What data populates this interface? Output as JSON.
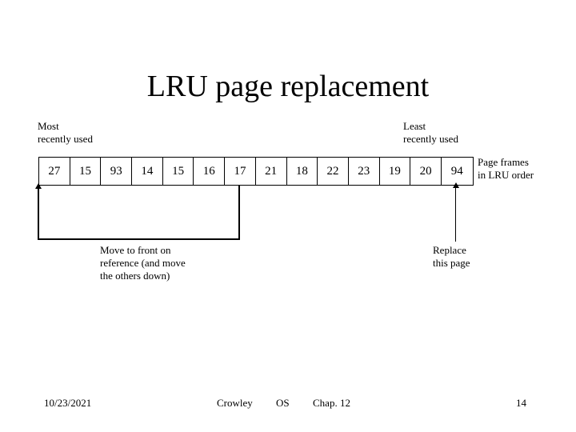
{
  "slide": {
    "title": "LRU page replacement",
    "page_number": "14"
  },
  "diagram": {
    "labels": {
      "most_recently_used": "Most\nrecently used",
      "least_recently_used": "Least\nrecently used",
      "page_frames_note": "Page frames\nin LRU order",
      "move_to_front_note": "Move to front on\nreference (and move\nthe others down)",
      "replace_note": "Replace\nthis page"
    },
    "frames": [
      "27",
      "15",
      "93",
      "14",
      "15",
      "16",
      "17",
      "21",
      "18",
      "22",
      "23",
      "19",
      "20",
      "94"
    ]
  },
  "footer": {
    "date": "10/23/2021",
    "author": "Crowley",
    "course": "OS",
    "chapter": "Chap. 12",
    "page": "14"
  },
  "colors": {
    "background": "#ffffff",
    "ink": "#000000"
  }
}
